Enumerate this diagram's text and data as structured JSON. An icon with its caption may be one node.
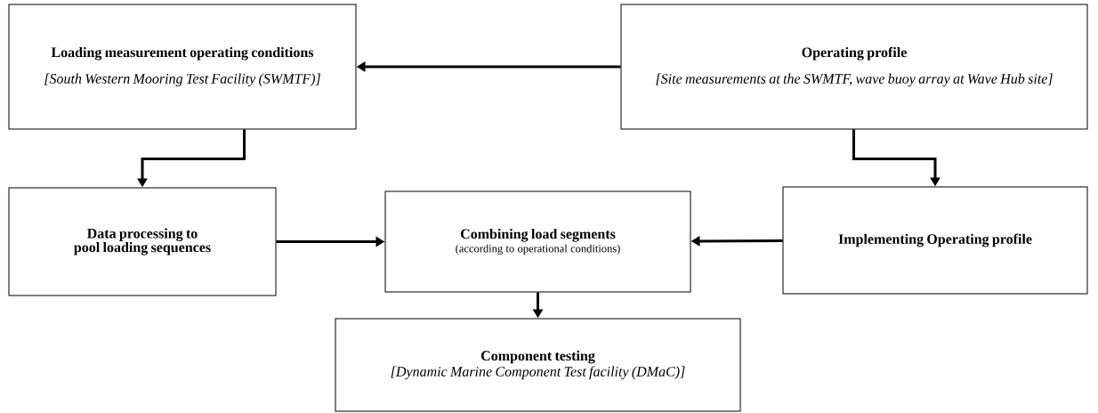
{
  "diagram": {
    "nodes": [
      {
        "text": [
          "Loading measurement operating conditions",
          "[South Western Mooring Test Facility (SWMTF)]"
        ]
      },
      {
        "text": [
          "Operating profile",
          "[Site measurements at the SWMTF, wave buoy array at Wave Hub site]"
        ]
      },
      {
        "text": [
          "Data processing to pool loading sequences"
        ]
      },
      {
        "text": [
          "Combining load segments",
          "(according to operational conditions)"
        ]
      },
      {
        "text": [
          "Implementing Operating profile"
        ]
      },
      {
        "text": [
          "Component testing",
          "[Dynamic Marine Component Test facility (DMaC)]"
        ]
      }
    ],
    "edges": [
      {
        "from": 1,
        "to": 0,
        "arrow": "to"
      },
      {
        "from": 0,
        "to": 2,
        "arrow": "to"
      },
      {
        "from": 1,
        "to": 4,
        "arrow": "to"
      },
      {
        "from": 2,
        "to": 3,
        "arrow": "to"
      },
      {
        "from": 4,
        "to": 3,
        "arrow": "to"
      },
      {
        "from": 3,
        "to": 5,
        "arrow": "to"
      }
    ]
  }
}
